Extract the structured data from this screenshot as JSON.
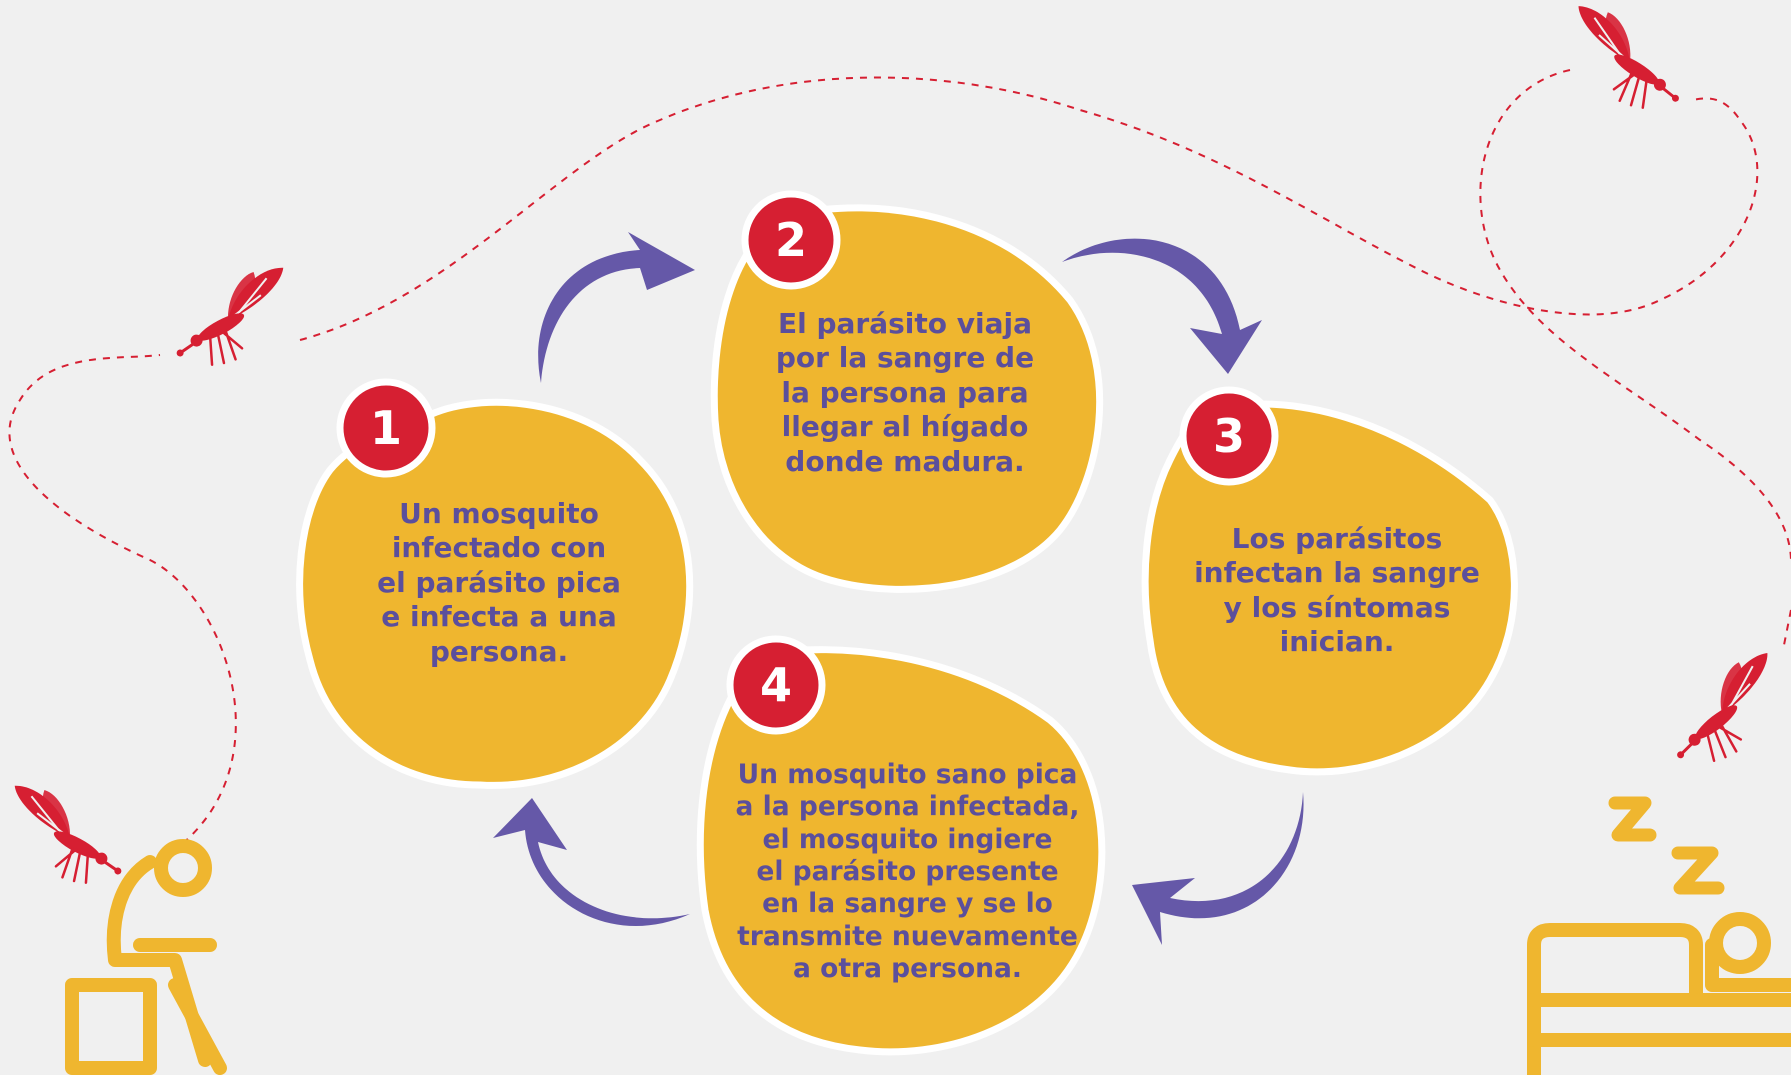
{
  "colors": {
    "background": "#f0f0f0",
    "blob_fill": "#efb62f",
    "blob_outline": "#ffffff",
    "badge": "#d61f32",
    "text": "#5b4f9c",
    "arrow": "#6558a8",
    "path_dash": "#d61f32",
    "icon": "#efb62f",
    "mosquito": "#d61f32"
  },
  "steps": [
    {
      "number": "1",
      "text": "Un mosquito\ninfectado con\nel parásito pica\ne infecta a una\npersona."
    },
    {
      "number": "2",
      "text": "El parásito viaja\npor la sangre de\nla persona para\nllegar al hígado\ndonde madura."
    },
    {
      "number": "3",
      "text": "Los parásitos\ninfectan la sangre\ny los síntomas\ninician."
    },
    {
      "number": "4",
      "text": "Un mosquito sano pica\na la persona infectada,\nel mosquito ingiere\nel parásito presente\nen la sangre y se lo\ntransmite nuevamente\na otra persona."
    }
  ],
  "icons": {
    "left_figure": "sick-person-sitting-icon",
    "right_figure": "sleeping-person-in-bed-icon",
    "sleep_letters": "zz-icon",
    "insect": "mosquito-icon",
    "cycle_arrow": "curved-arrow-icon"
  }
}
